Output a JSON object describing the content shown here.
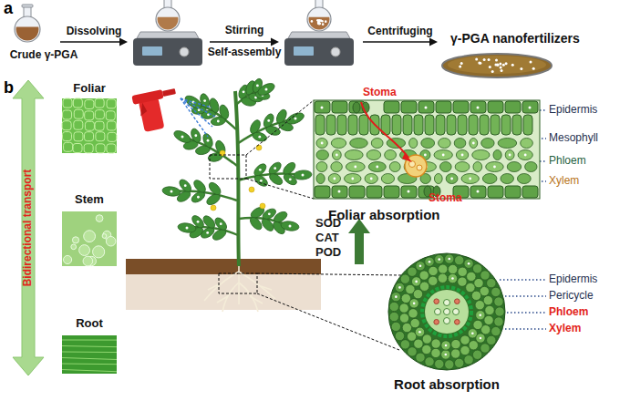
{
  "diagram": {
    "nodes": [
      {
        "text": [
          "Crude γ-PGA"
        ]
      },
      {
        "text": [
          "γ-PGA nanofertilizers"
        ]
      },
      {
        "text": [
          "Foliar"
        ]
      },
      {
        "text": [
          "Stem"
        ]
      },
      {
        "text": [
          "Root"
        ]
      },
      {
        "text": [
          "Foliar absorption"
        ]
      },
      {
        "text": [
          "Root absorption"
        ]
      }
    ],
    "labels": [
      "a",
      "Dissolving",
      "Stirring",
      "Self-assembly",
      "Centrifuging",
      "b",
      "Bidirectional transport",
      "SOD",
      "CAT",
      "POD",
      "Stoma",
      "Stoma",
      "Epidermis",
      "Mesophyll",
      "Phloem",
      "Xylem",
      "Epidermis",
      "Pericycle",
      "Phloem",
      "Xylem"
    ]
  }
}
